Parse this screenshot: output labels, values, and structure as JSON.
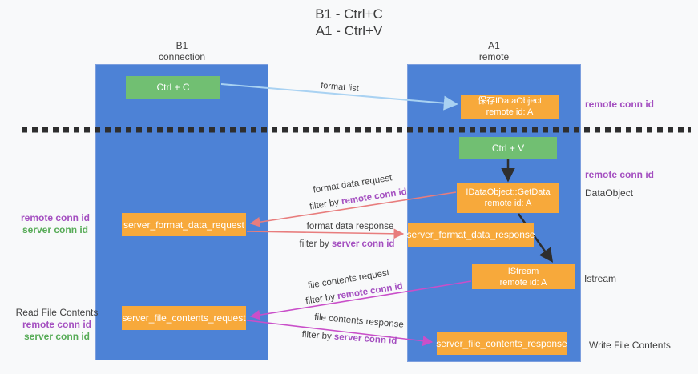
{
  "title": {
    "line1": "B1 - Ctrl+C",
    "line2": "A1 - Ctrl+V"
  },
  "lifelines": {
    "left": {
      "name": "B1",
      "subtitle": "connection"
    },
    "right": {
      "name": "A1",
      "subtitle": "remote"
    }
  },
  "nodes": {
    "ctrl_c": {
      "label": "Ctrl + C"
    },
    "save_dataobject": {
      "line1": "保存IDataObject",
      "line2": "remote id: A"
    },
    "ctrl_v": {
      "label": "Ctrl + V"
    },
    "getdata": {
      "line1": "IDataObject::GetData",
      "line2": "remote id: A"
    },
    "server_format_data_request": {
      "label": "server_format_data_request"
    },
    "server_format_data_response": {
      "label": "server_format_data_response"
    },
    "istream": {
      "line1": "IStream",
      "line2": "remote id: A"
    },
    "server_file_contents_request": {
      "label": "server_file_contents_request"
    },
    "server_file_contents_response": {
      "label": "server_file_contents_response"
    }
  },
  "arrows": {
    "format_list": {
      "label": "format list"
    },
    "format_data_request": {
      "label": "format data request",
      "filter_prefix": "filter by ",
      "filter_key": "remote conn id"
    },
    "format_data_response": {
      "label": "format data response",
      "filter_prefix": "filter by ",
      "filter_key": "server conn id"
    },
    "file_contents_request": {
      "label": "file contents request",
      "filter_prefix": "filter by ",
      "filter_key": "remote conn id"
    },
    "file_contents_response": {
      "label": "file contents response",
      "filter_prefix": "filter by ",
      "filter_key": "server conn id"
    }
  },
  "right_labels": {
    "remote_conn_id_top": "remote conn id",
    "remote_conn_id_mid": "remote conn id",
    "dataobject": "DataObject",
    "istream": "Istream",
    "write_file_contents": "Write File Contents"
  },
  "left_labels": {
    "remote_conn_id_1": "remote conn id",
    "server_conn_id_1": "server conn id",
    "read_file_contents": "Read File Contents",
    "remote_conn_id_2": "remote conn id",
    "server_conn_id_2": "server conn id"
  },
  "colors": {
    "lifeline_blue": "#4d82d6",
    "node_green": "#71bf72",
    "node_orange": "#f7a93b",
    "arrow_light_blue": "#a9d2f2",
    "arrow_red": "#e87d7d",
    "arrow_magenta": "#c94fc9",
    "arrow_black": "#2e2e2e",
    "remote_conn_purple": "#a44fc0",
    "server_conn_green": "#57ab57",
    "background": "#f8f9fa"
  }
}
